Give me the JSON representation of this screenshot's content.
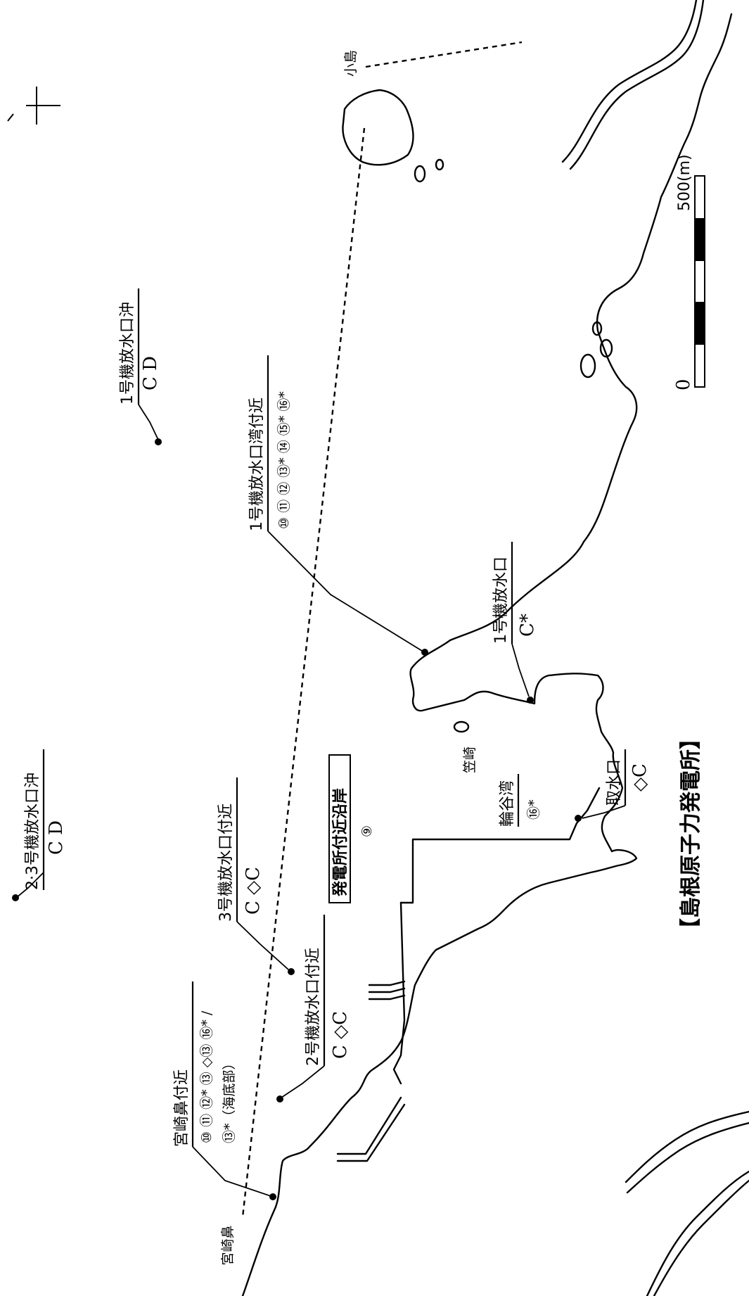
{
  "title": "【島根原子力発電所】",
  "places": {
    "kojima": "小島",
    "miyazaki_hana": "宮崎鼻",
    "kasazaki": "笠崎"
  },
  "stations": {
    "s23_offshore": {
      "name": "2·3号機放水口沖",
      "codes": "C D"
    },
    "s1_offshore": {
      "name": "1号機放水口沖",
      "codes": "C D"
    },
    "s3_outlet_near": {
      "name": "3号機放水口付近",
      "codes": "C ◇C"
    },
    "miyazaki_near": {
      "name": "宮崎鼻付近",
      "line1": "⑩ ⑪ ⑫* ⑬ ◇⑬ ⑯* /",
      "line2": "⑬*（海底部）"
    },
    "s2_outlet_near": {
      "name": "2号機放水口付近",
      "codes": "C ◇C"
    },
    "plant_coast": {
      "name": "発電所付近沿岸",
      "codes": "⑨"
    },
    "s1_bay_near": {
      "name": "1号機放水口湾付近",
      "codes": "⑩ ⑪ ⑫ ⑬* ⑭ ⑮* ⑯*"
    },
    "s1_outlet": {
      "name": "1号機放水口",
      "codes": "C*"
    },
    "wadani_bay": {
      "name": "輪谷湾",
      "codes": "⑯*"
    },
    "intake": {
      "name": "取水口",
      "codes": "◇C"
    }
  },
  "scale": {
    "label_zero": "0",
    "label_max": "500(m)",
    "segments": 4
  },
  "icons": [
    "north-arrow-icon",
    "station-dot-icon",
    "scale-bar-icon"
  ],
  "colors": {
    "ink": "#000000",
    "paper": "#ffffff"
  }
}
